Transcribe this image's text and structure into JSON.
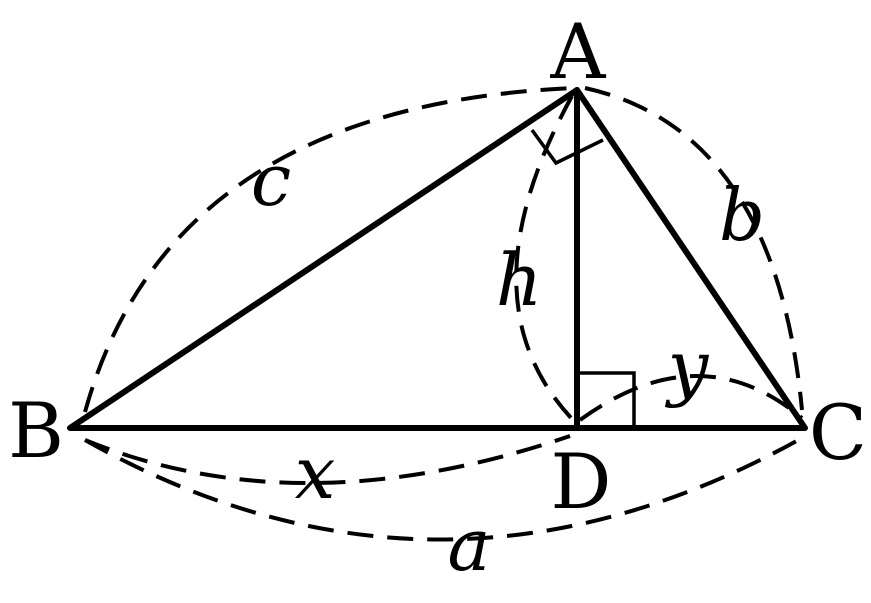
{
  "vertices": {
    "A": "A",
    "B": "B",
    "C": "C",
    "D": "D"
  },
  "lengths": {
    "a": "a",
    "b": "b",
    "c": "c",
    "h": "h",
    "x": "x",
    "y": "y"
  }
}
